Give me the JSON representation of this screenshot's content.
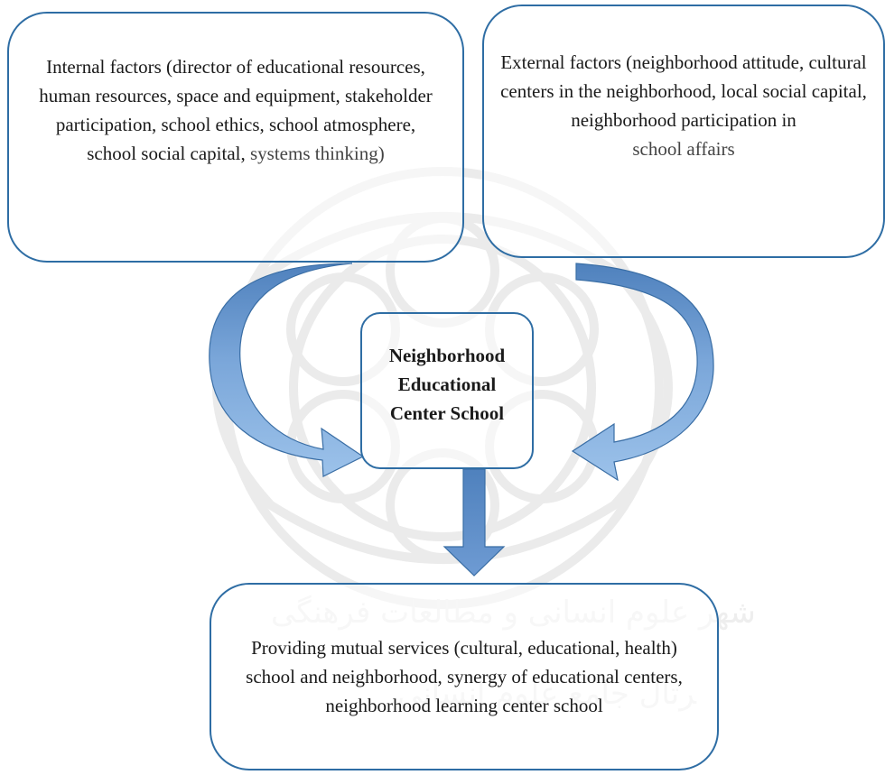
{
  "boxes": {
    "internal": {
      "text_main": "Internal factors (director of educational resources, human resources, space and equipment, stakeholder participation, school ethics, school atmosphere, school social capital,",
      "text_tail": " systems thinking)"
    },
    "external": {
      "text_main": "External factors (neighborhood attitude, cultural centers in the neighborhood, local social capital, neighborhood participation in",
      "text_tail": "school affairs"
    },
    "center": {
      "line1": "Neighborhood",
      "line2": "Educational",
      "line3": "Center School"
    },
    "bottom": {
      "text": "Providing mutual services (cultural, educational, health) school and neighborhood, synergy of educational centers, neighborhood learning center school"
    }
  },
  "colors": {
    "box_border": "#2e6da4",
    "arrow_light": "#8db4e2",
    "arrow_dark": "#4f81bd",
    "watermark": "#ececec"
  }
}
